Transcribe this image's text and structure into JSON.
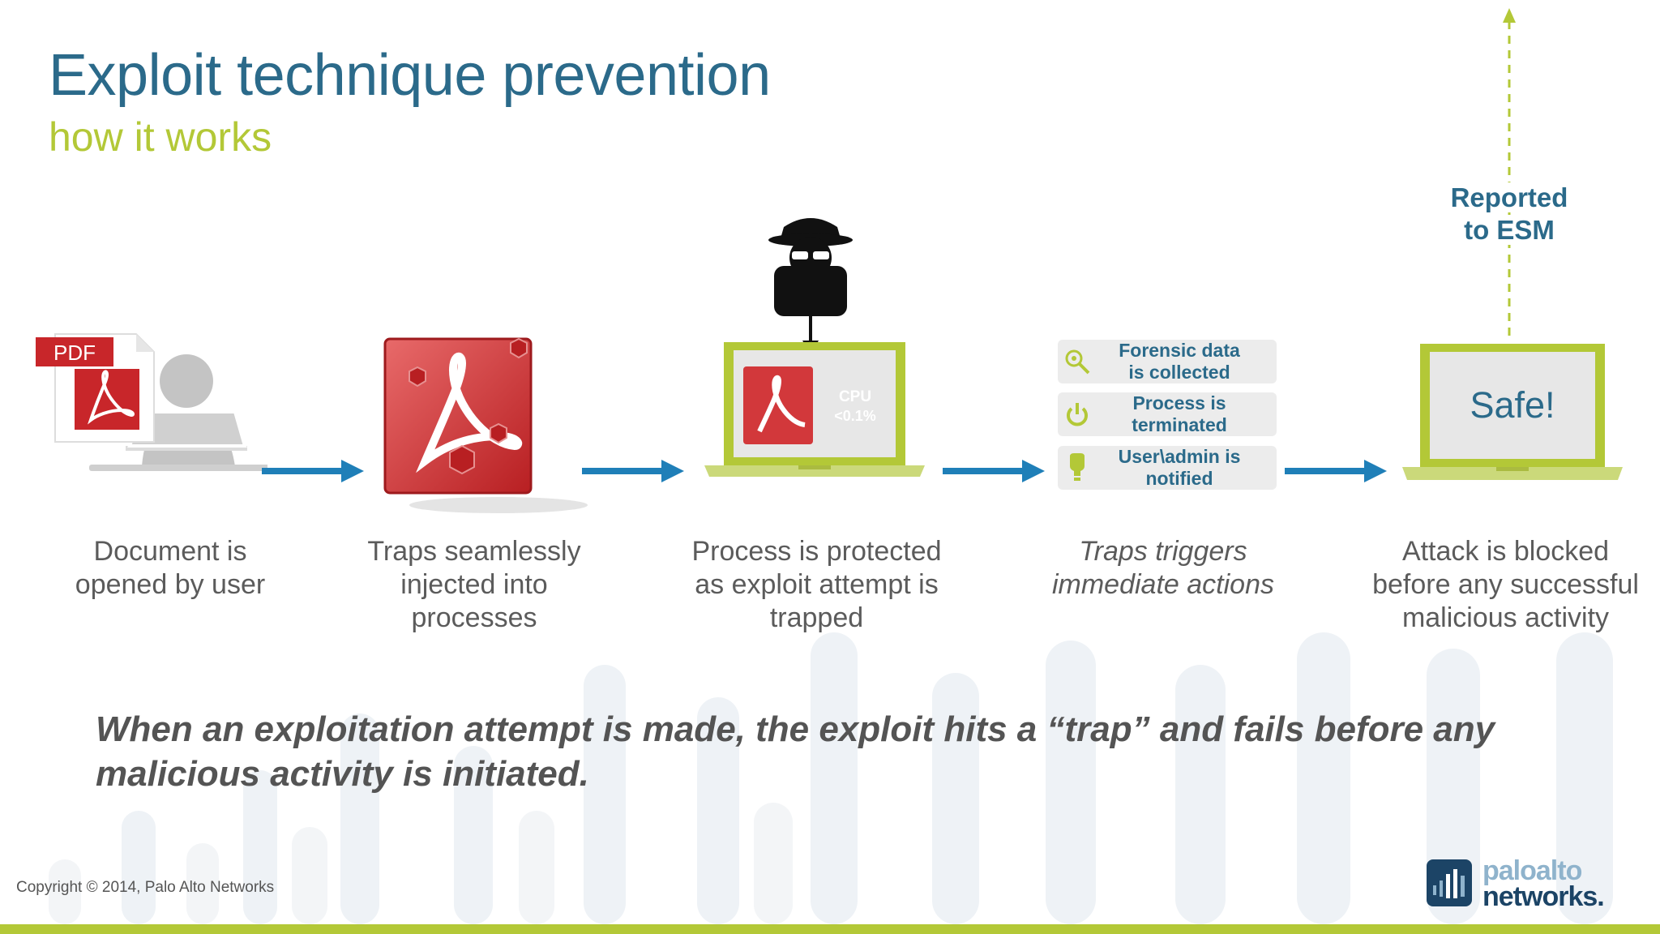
{
  "slide": {
    "title": "Exploit technique prevention",
    "subtitle": "how it works"
  },
  "steps": [
    {
      "caption_lines": [
        "Document is",
        "opened by user"
      ],
      "icon": "user-with-pdf-document"
    },
    {
      "caption_lines": [
        "Traps seamlessly",
        "injected into",
        "processes"
      ],
      "icon": "traps-acrobat-logo"
    },
    {
      "caption_lines": [
        "Process is protected",
        "as exploit attempt is",
        "trapped"
      ],
      "icon": "laptop-with-hacker"
    },
    {
      "caption_lines": [
        "Traps triggers",
        "immediate actions"
      ],
      "icon": "action-list"
    },
    {
      "caption_lines": [
        "Attack is blocked",
        "before any successful",
        "malicious activity"
      ],
      "icon": "safe-laptop"
    }
  ],
  "pdf_label": "PDF",
  "cpu": {
    "label": "CPU",
    "value": "<0.1%"
  },
  "actions": [
    {
      "icon": "magnifier-icon",
      "lines": [
        "Forensic data",
        "is collected"
      ]
    },
    {
      "icon": "power-icon",
      "lines": [
        "Process is",
        "terminated"
      ]
    },
    {
      "icon": "bulb-icon",
      "lines": [
        "User\\admin is",
        "notified"
      ]
    }
  ],
  "safe_text": "Safe!",
  "reported": [
    "Reported",
    "to ESM"
  ],
  "tagline": "When an exploitation attempt is made, the exploit hits a “trap” and fails before any malicious activity is initiated.",
  "footer": {
    "copyright": "Copyright © 2014, Palo Alto Networks",
    "logo_lines": [
      "paloalto",
      "networks."
    ]
  },
  "colors": {
    "title": "#2b6a8a",
    "accent": "#b3c837",
    "arrow": "#1f7fb8",
    "body_text": "#5b5b5b"
  }
}
